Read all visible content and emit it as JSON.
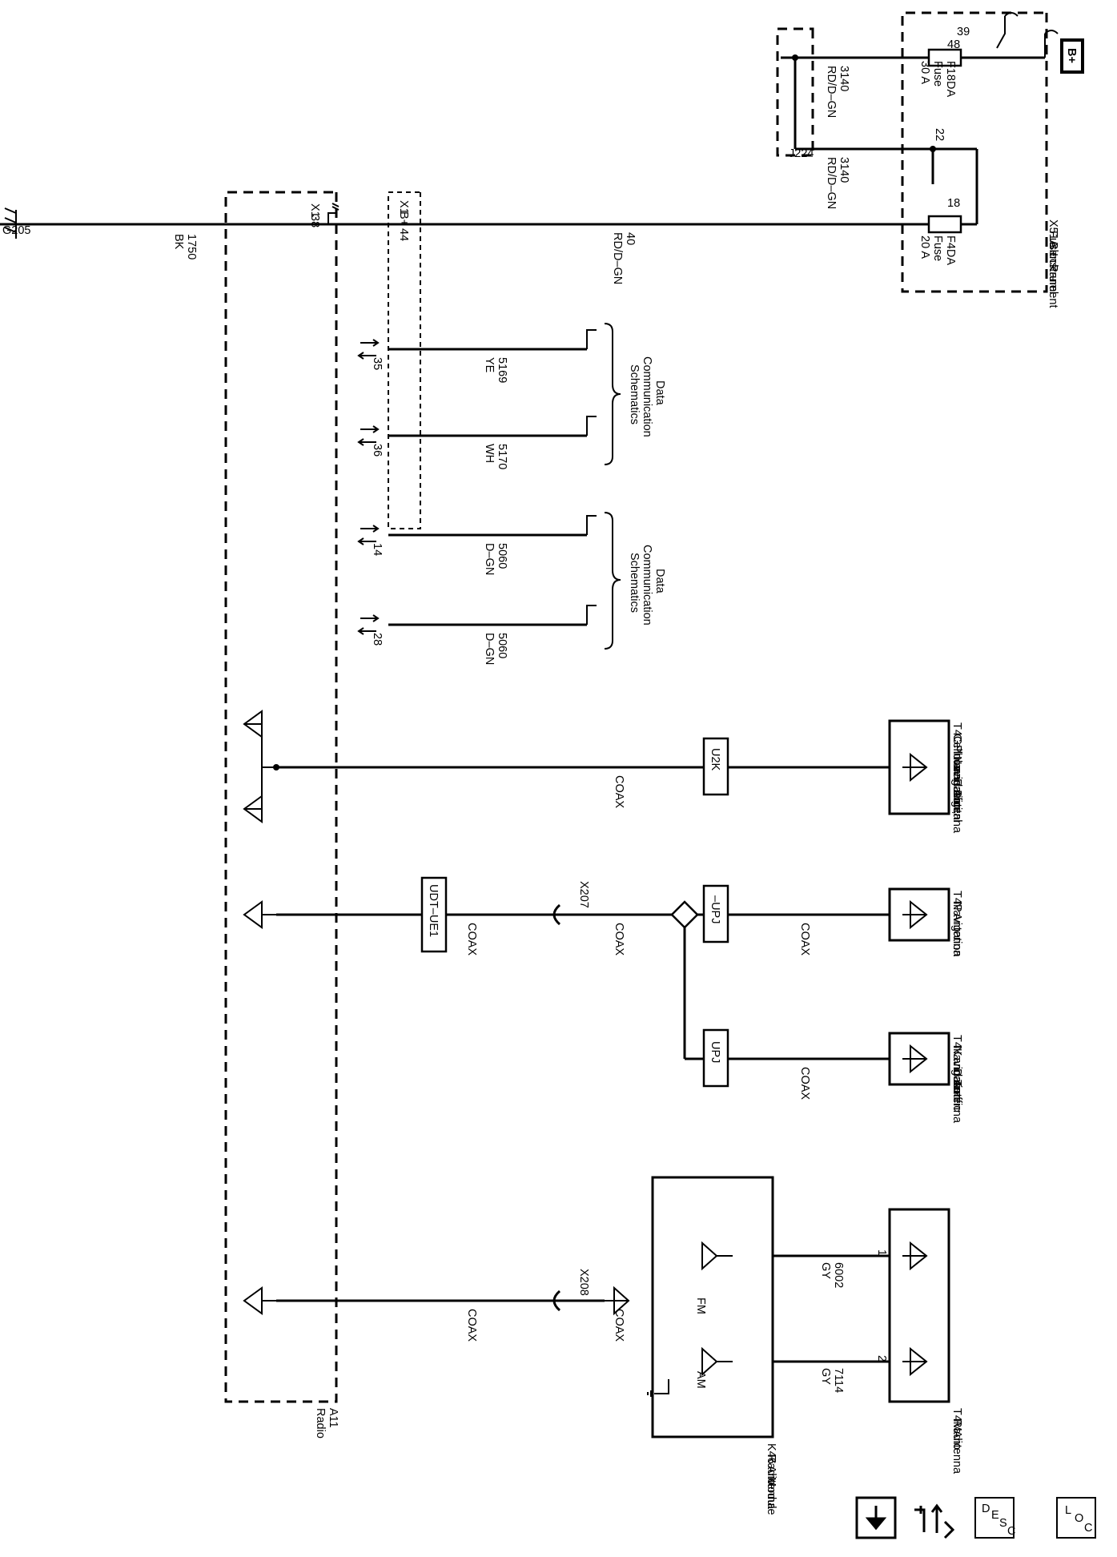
{
  "b_plus": "B+",
  "fuse_block": {
    "id": "X51A",
    "name_lines": [
      "Fuse",
      "Block –",
      "Instrument",
      "Panel"
    ],
    "f18": {
      "pin_in": "39",
      "pin_out": "48",
      "name": "F18DA",
      "type": "Fuse",
      "rating": "30 A"
    },
    "f4": {
      "pin_out": "18",
      "name": "F4DA",
      "type": "Fuse",
      "rating": "20 A"
    },
    "splice_pin": "22"
  },
  "j224": {
    "id": "J224",
    "wire1": {
      "num": "3140",
      "color": "RD/D–GN"
    },
    "wire2": {
      "num": "3140",
      "color": "RD/D–GN"
    }
  },
  "main_feed": {
    "num": "40",
    "color": "RD/D–GN"
  },
  "radio": {
    "id": "A11",
    "name": "Radio",
    "x1_top": "X1",
    "x1_bottom": "X1",
    "b_plus": "B+",
    "pin_b": "44",
    "pin_gnd": "38",
    "data_pins": [
      "35",
      "36",
      "14",
      "28"
    ]
  },
  "ground": {
    "wire": "1750",
    "color": "BK",
    "id": "G205"
  },
  "data_groups": [
    {
      "lines": [
        "Data",
        "Communication",
        "Schematics"
      ]
    },
    {
      "lines": [
        "Data",
        "Communication",
        "Schematics"
      ]
    }
  ],
  "data_wires": [
    {
      "num": "5169",
      "color": "YE"
    },
    {
      "num": "5170",
      "color": "WH"
    },
    {
      "num": "5060",
      "color": "D–GN"
    },
    {
      "num": "5060",
      "color": "D–GN"
    }
  ],
  "t4g": {
    "id": "T4G",
    "lines": [
      "Cellular",
      "Phone,",
      "Navigation,",
      "and Digital",
      "Radio",
      "Antenna"
    ],
    "connector": "U2K",
    "coax": "COAX"
  },
  "t4p": {
    "id": "T4P",
    "lines": [
      "Navigation",
      "Antenna"
    ],
    "connector": "–UPJ",
    "coax": "COAX"
  },
  "t4k": {
    "id": "T4K",
    "lines": [
      "Navigation",
      "and Traffic",
      "Data",
      "Antenna"
    ],
    "connector": "UPJ",
    "coax": "COAX"
  },
  "x207": {
    "id": "X207",
    "connector": "UDT–UE1",
    "coax_left": "COAX",
    "coax_right": "COAX"
  },
  "x208": {
    "id": "X208",
    "coax_left": "COAX",
    "coax_right": "COAX"
  },
  "t4m": {
    "id": "T4M",
    "lines": [
      "Radio",
      "Antenna"
    ],
    "pin1": "1",
    "pin2": "2"
  },
  "k46": {
    "id": "K46",
    "lines": [
      "Radio",
      "Antenna",
      "Module"
    ],
    "fm": "FM",
    "am": "AM"
  },
  "wire_6002": {
    "num": "6002",
    "color": "GY"
  },
  "wire_7114": {
    "num": "7114",
    "color": "GY"
  },
  "nav_icons": [
    "down-arrow-icon",
    "wrench-arrows-icon",
    "desc-icon",
    "loc-icon"
  ],
  "desc_letters": {
    "d": "D",
    "e": "E",
    "s": "S",
    "c": "C"
  },
  "loc_letters": {
    "l": "L",
    "o": "O",
    "c": "C"
  }
}
